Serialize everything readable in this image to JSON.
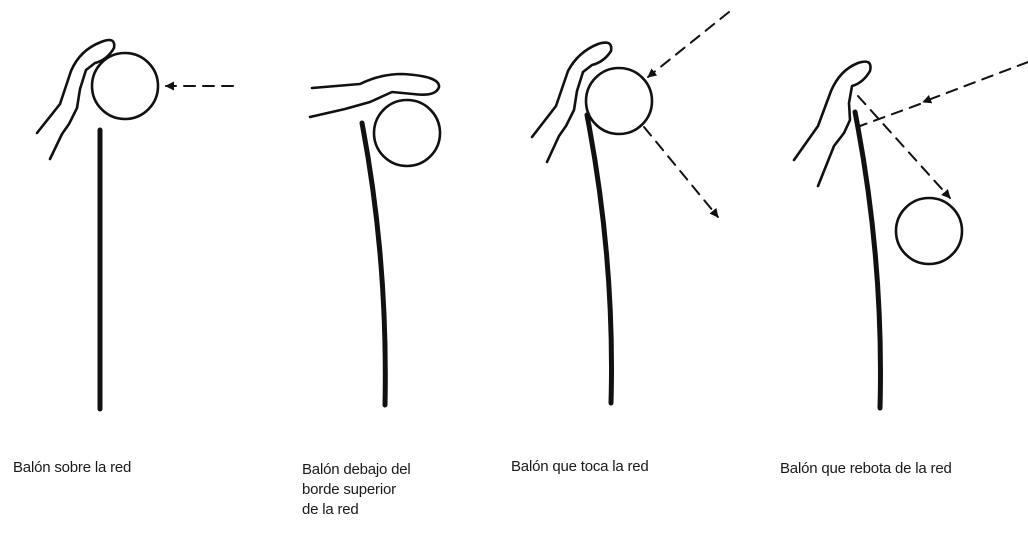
{
  "panels": [
    {
      "id": "over-net",
      "caption": [
        "Balón sobre la red"
      ]
    },
    {
      "id": "below-top-edge",
      "caption": [
        "Balón debajo del",
        "borde superior",
        "de la red"
      ]
    },
    {
      "id": "touches-net",
      "caption": [
        "Balón que toca la red"
      ]
    },
    {
      "id": "rebounds-net",
      "caption": [
        "Balón que rebota de la red"
      ]
    }
  ],
  "colors": {
    "ink": "#111111",
    "background": "#ffffff"
  }
}
